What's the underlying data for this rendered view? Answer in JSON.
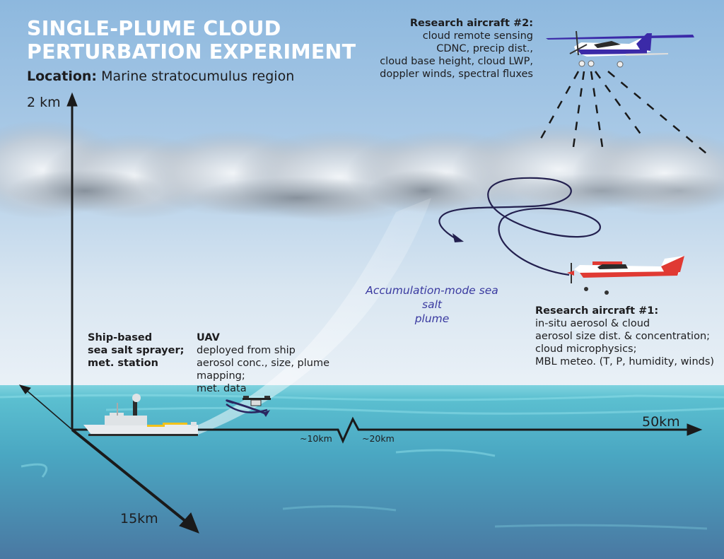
{
  "title": {
    "line1": "SINGLE-PLUME CLOUD",
    "line2": "PERTURBATION EXPERIMENT"
  },
  "location": {
    "label": "Location:",
    "value": "Marine stratocumulus region"
  },
  "axes": {
    "vertical_label": "2 km",
    "horizontal_label": "50km",
    "depth_label": "15km",
    "break_left_label": "~10km",
    "break_right_label": "~20km"
  },
  "aircraft2": {
    "heading": "Research aircraft #2:",
    "lines": [
      "cloud remote sensing",
      "CDNC, precip dist.,",
      "cloud base height, cloud LWP,",
      "doppler winds, spectral fluxes"
    ]
  },
  "aircraft1": {
    "heading": "Research aircraft #1:",
    "lines": [
      "in-situ aerosol & cloud",
      "aerosol size dist. & concentration;",
      "cloud microphysics;",
      "MBL meteo. (T, P, humidity, winds)"
    ]
  },
  "ship": {
    "lines": [
      "Ship-based",
      "sea salt sprayer;",
      "met. station"
    ]
  },
  "uav": {
    "heading": "UAV",
    "lines": [
      "deployed from ship",
      "aerosol conc., size, plume mapping;",
      "met. data"
    ]
  },
  "plume": {
    "lines": [
      "Accumulation-mode sea salt",
      "plume"
    ]
  },
  "colors": {
    "sky_top": "#8fb9de",
    "sky_bottom": "#e6eef6",
    "sea_top": "#5ec4d4",
    "sea_bottom": "#4a7fa6",
    "aircraft1_accent": "#e03a33",
    "aircraft2_accent": "#3b2aa8",
    "flight_path": "#23204f",
    "plume_text": "#3a3aa0"
  }
}
